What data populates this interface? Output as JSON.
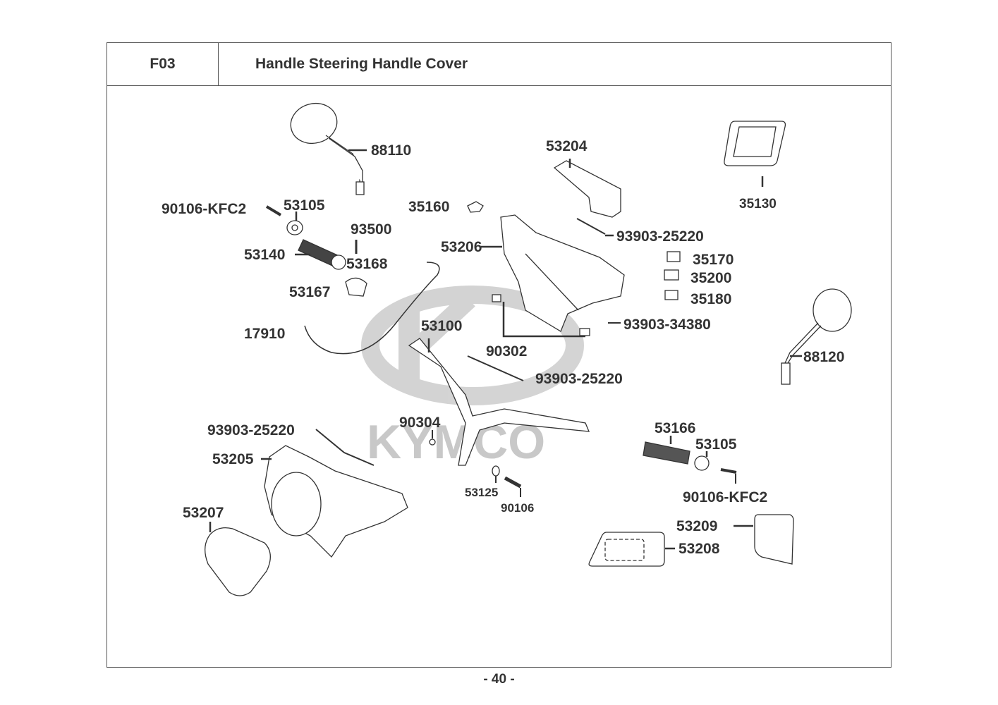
{
  "header": {
    "section_code": "F03",
    "title": "Handle Steering  Handle Cover"
  },
  "watermark": {
    "brand": "KYMCO",
    "color": "#c8c8c8"
  },
  "parts": [
    {
      "id": "mirror-left",
      "label": "88110"
    },
    {
      "id": "bolt-left",
      "label": "90106-KFC2"
    },
    {
      "id": "weight-left",
      "label": "53105"
    },
    {
      "id": "screw-93500",
      "label": "93500"
    },
    {
      "id": "grip-left",
      "label": "53140"
    },
    {
      "id": "holder-53168",
      "label": "53168"
    },
    {
      "id": "holder-53167",
      "label": "53167"
    },
    {
      "id": "cable-17910",
      "label": "17910"
    },
    {
      "id": "switch-35160",
      "label": "35160"
    },
    {
      "id": "cover-53204",
      "label": "53204"
    },
    {
      "id": "cover-53206",
      "label": "53206"
    },
    {
      "id": "screw-top",
      "label": "93903-25220"
    },
    {
      "id": "switch-35170",
      "label": "35170"
    },
    {
      "id": "switch-35200",
      "label": "35200"
    },
    {
      "id": "switch-35180",
      "label": "35180"
    },
    {
      "id": "screw-34380",
      "label": "93903-34380"
    },
    {
      "id": "bolt-90302",
      "label": "90302"
    },
    {
      "id": "handlebar",
      "label": "53100"
    },
    {
      "id": "screw-mid",
      "label": "93903-25220"
    },
    {
      "id": "switch-35130",
      "label": "35130"
    },
    {
      "id": "mirror-right",
      "label": "88120"
    },
    {
      "id": "screw-left-lower",
      "label": "93903-25220"
    },
    {
      "id": "nut-90304",
      "label": "90304"
    },
    {
      "id": "cover-53205",
      "label": "53205"
    },
    {
      "id": "collar-53125",
      "label": "53125"
    },
    {
      "id": "bolt-90106",
      "label": "90106"
    },
    {
      "id": "cover-53207",
      "label": "53207"
    },
    {
      "id": "grip-right",
      "label": "53166"
    },
    {
      "id": "weight-right",
      "label": "53105"
    },
    {
      "id": "bolt-right",
      "label": "90106-KFC2"
    },
    {
      "id": "panel-53209",
      "label": "53209"
    },
    {
      "id": "panel-53208",
      "label": "53208"
    }
  ],
  "footer": {
    "page_number": "- 40 -"
  }
}
